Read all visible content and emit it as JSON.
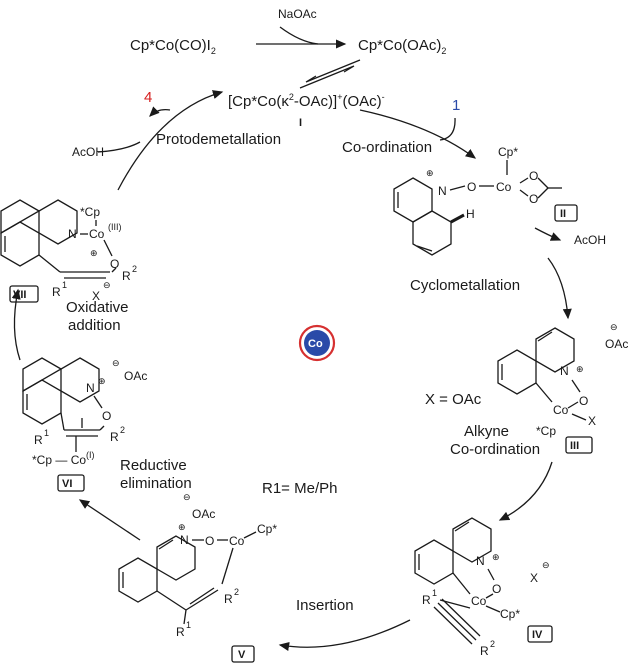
{
  "reagents": {
    "start": "Cp*Co(CO)I",
    "start_sub": "2",
    "naoac": "NaOAc",
    "product": "Cp*Co(OAc)",
    "product_sub": "2",
    "acoh_left": "AcOH",
    "acoh_right": "AcOH",
    "num_1": "1",
    "num_4": "4",
    "r1_note": "R1= Me/Ph",
    "x_note": "X = OAc"
  },
  "catalyst": {
    "main_a": "[Cp*Co(κ",
    "main_sup1": "2",
    "main_b": "-OAc)]",
    "main_sup2": "+",
    "main_c": "(OAc)",
    "main_sup3": "-",
    "label": "I"
  },
  "steps": {
    "coordination": "Co-ordination",
    "cyclometallation": "Cyclometallation",
    "alkyne_1": "Alkyne",
    "alkyne_2": "Co-ordination",
    "insertion": "Insertion",
    "reductive_1": "Reductive",
    "reductive_2": "elimination",
    "oxidative_1": "Oxidative",
    "oxidative_2": "addition",
    "protodemetallation": "Protodemetallation"
  },
  "intermediates": {
    "ii": "II",
    "iii": "III",
    "iv": "IV",
    "v": "V",
    "vi": "VI",
    "vii": "VII"
  },
  "atoms": {
    "N": "N",
    "O": "O",
    "Co": "Co",
    "H": "H",
    "CpStar": "Cp*",
    "StarCp": "*Cp",
    "OAc": "OAc",
    "X": "X",
    "R": "R",
    "one": "1",
    "two": "2",
    "coIII": "(III)",
    "coI": "(I)",
    "plus": "⊕",
    "minus": "⊖"
  },
  "center": {
    "label": "Co",
    "color": "#2a4aa8",
    "ring_color": "#d63030"
  },
  "colors": {
    "num_1": "#2a4aa8",
    "num_4": "#d62020"
  }
}
